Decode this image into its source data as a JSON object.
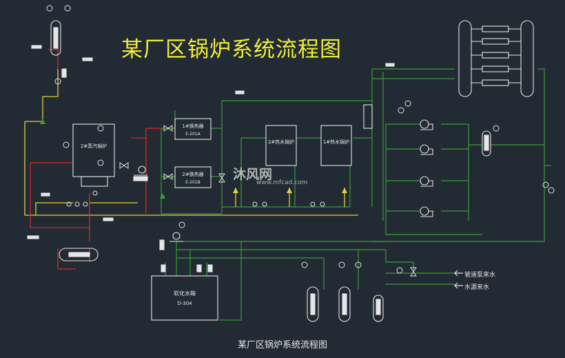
{
  "title": "某厂区锅炉系统流程图",
  "caption": "某厂区锅炉系统流程图",
  "watermark": {
    "main": "沐风网",
    "url": "www.mfcad.com"
  },
  "equipment": {
    "boiler2": {
      "name": "2#蒸汽锅炉"
    },
    "hx1": {
      "name": "1#换热器",
      "tag": "E-201A"
    },
    "hx2": {
      "name": "2#换热器",
      "tag": "E-201B"
    },
    "hw2": {
      "name": "2#热水锅炉"
    },
    "hw1": {
      "name": "1#热水锅炉"
    },
    "softtank": {
      "name": "软化水箱",
      "tag": "D-304"
    }
  },
  "inlets": {
    "pipe_water": "管道泵来水",
    "source_water": "水源来水"
  },
  "colors": {
    "background": "#222a33",
    "green_line": "#3a9c3a",
    "yellow_line": "#e0d23a",
    "red_line": "#d62a2a",
    "white_line": "#e6e6e6",
    "title": "#f2ee3a"
  }
}
